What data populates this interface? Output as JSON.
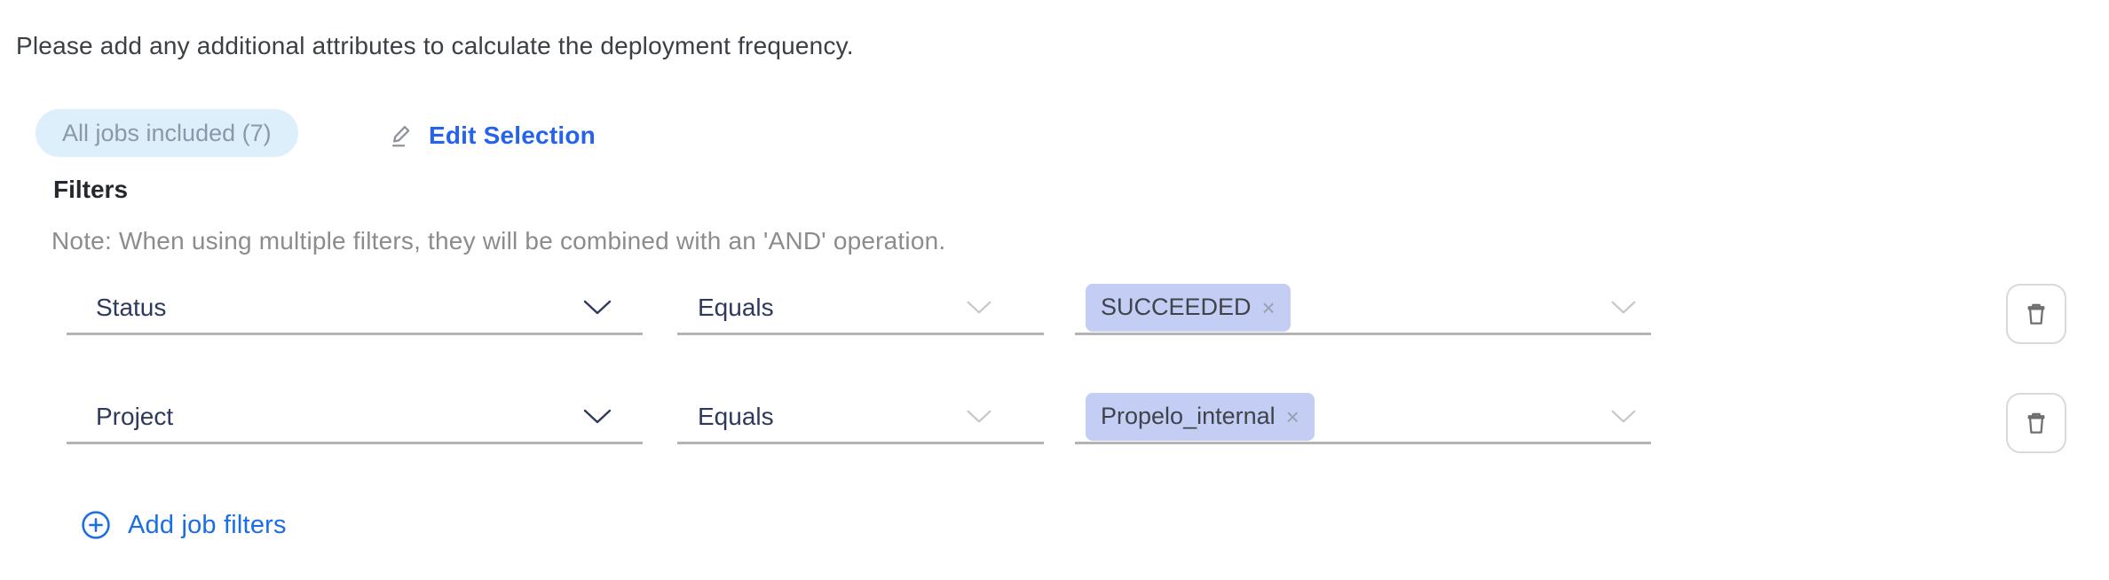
{
  "title": "Please add any additional attributes to calculate the deployment frequency.",
  "jobs_badge": {
    "label": "All jobs included (7)"
  },
  "edit_selection": {
    "label": "Edit Selection",
    "icon": "pencil-icon"
  },
  "filters": {
    "heading": "Filters",
    "note": "Note: When using multiple filters, they will be combined with an 'AND' operation.",
    "rows": [
      {
        "field": "Status",
        "operator": "Equals",
        "values": [
          {
            "label": "SUCCEEDED",
            "remove": "×"
          }
        ],
        "delete_icon": "trash-icon"
      },
      {
        "field": "Project",
        "operator": "Equals",
        "values": [
          {
            "label": "Propelo_internal",
            "remove": "×"
          }
        ],
        "delete_icon": "trash-icon"
      }
    ],
    "add_label": "Add job filters",
    "add_icon": "plus-circle-icon",
    "dropdown_icon": "chevron-down-icon"
  },
  "colors": {
    "badge_bg": "#ddeffa",
    "badge_text": "#8b98a9",
    "edit_link_blue": "#2563eb",
    "add_link_blue": "#1a6ee5",
    "tag_bg": "#c4cdf3",
    "select_text": "#2d3a5c",
    "underline_gray": "#b3b3b3",
    "note_gray": "#8c8c8c"
  }
}
